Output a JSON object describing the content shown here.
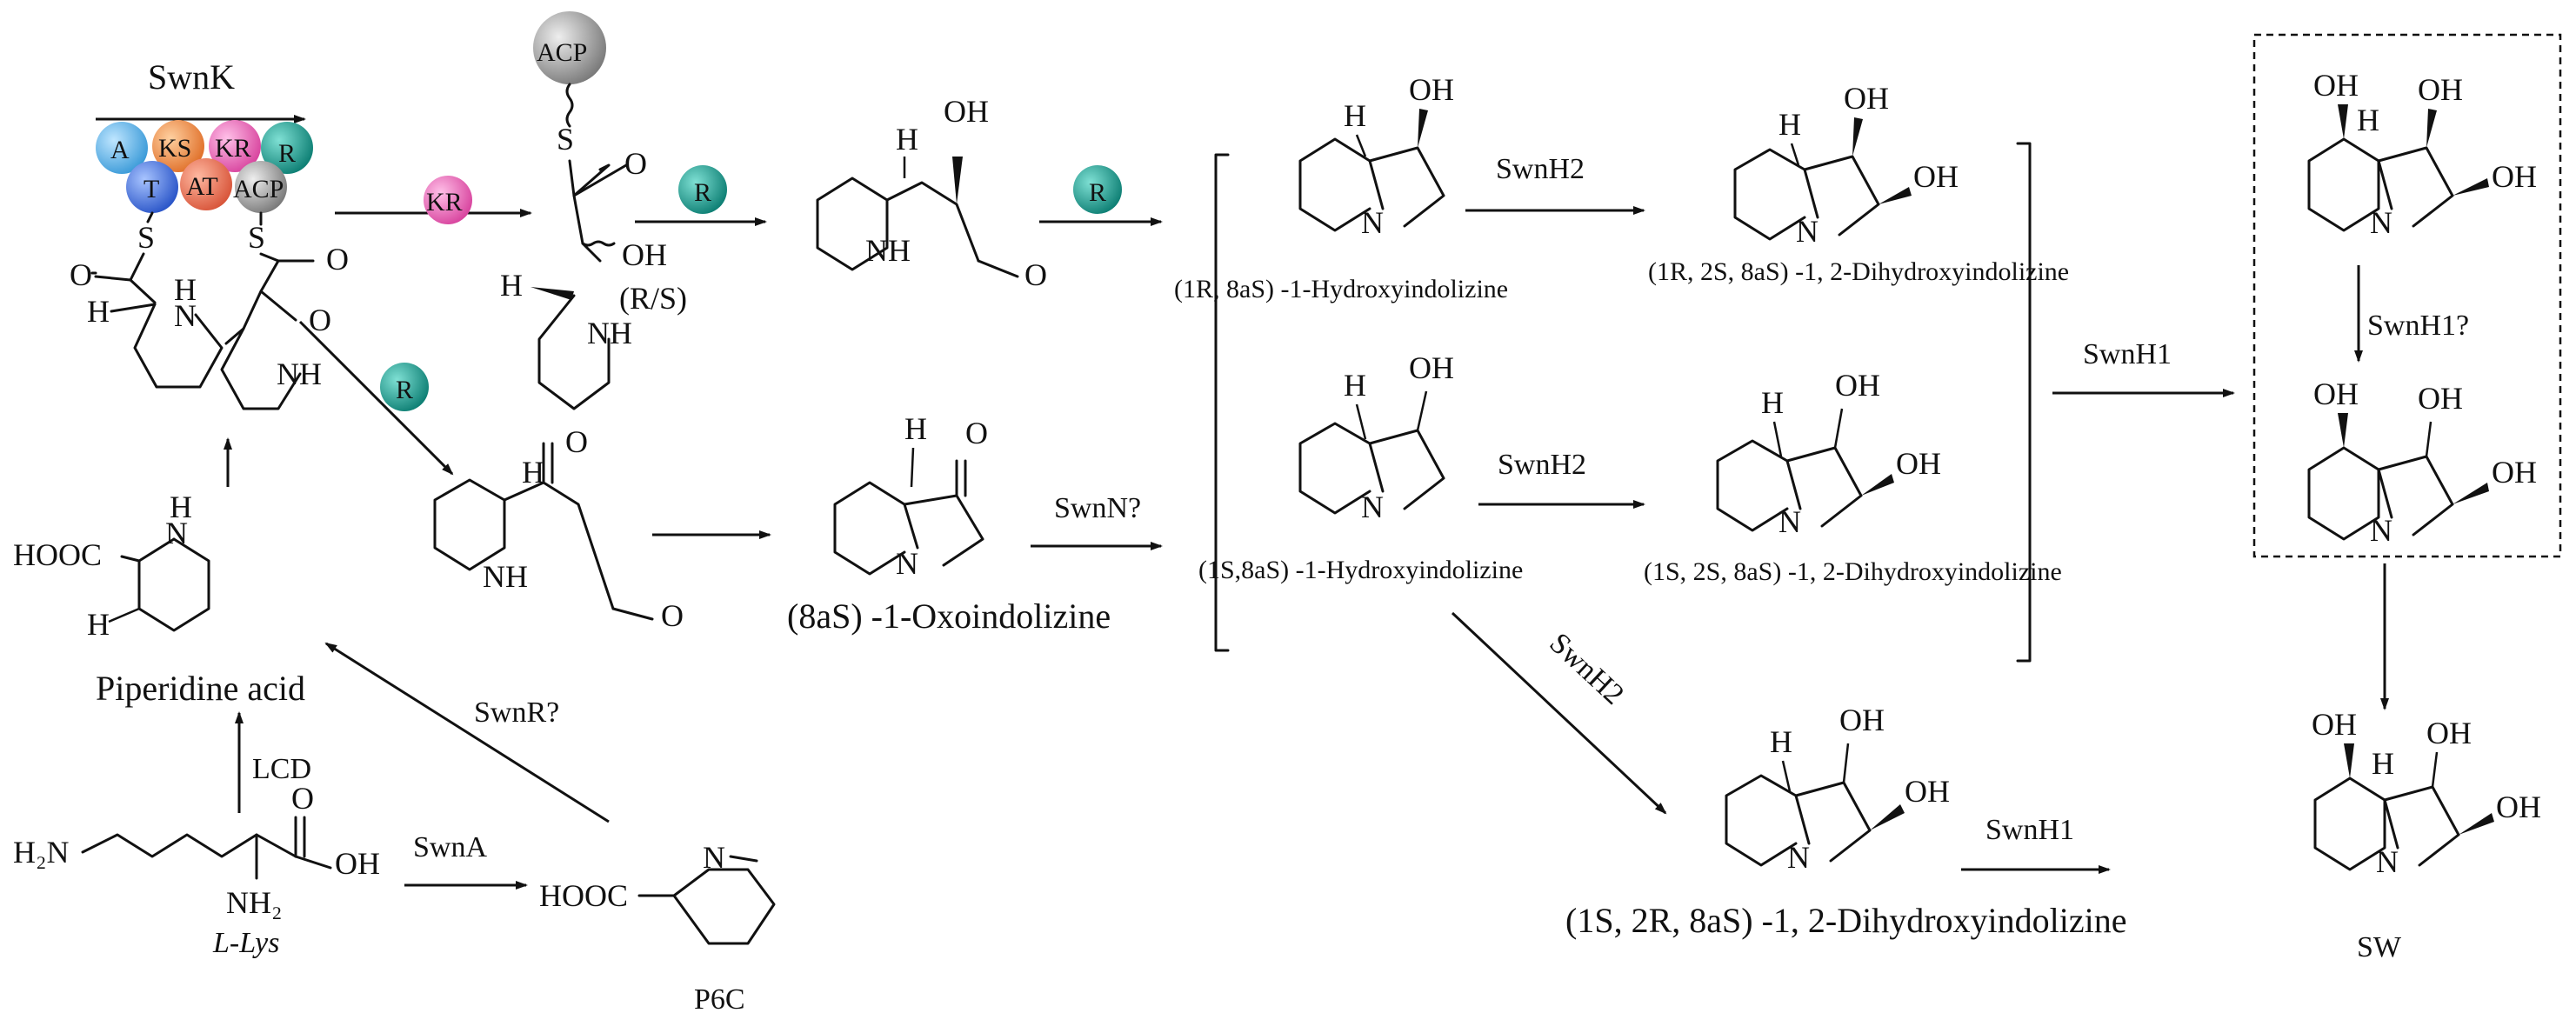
{
  "enzymes": {
    "swnK": "SwnK",
    "kr": "KR",
    "r": "R",
    "swnH2": "SwnH2",
    "swnH1": "SwnH1",
    "swnH1q": "SwnH1?",
    "swnN": "SwnN?",
    "swnR": "SwnR?",
    "swnA": "SwnA",
    "lcd": "LCD"
  },
  "domains": [
    "A",
    "KS",
    "KR",
    "R",
    "T",
    "AT",
    "ACP"
  ],
  "domain_colors": {
    "A": "#5ab4e6",
    "KS": "#e8833a",
    "KR": "#e85ab4",
    "R": "#1a9a8c",
    "T": "#3a6fd8",
    "AT": "#e86a4a",
    "ACP": "#a8a8a8",
    "R_ball": "#138a80",
    "KR_ball": "#ec6fb8"
  },
  "compounds": {
    "c1": "(1R, 8aS) -1-Hydroxyindolizine",
    "c2": "(1R, 2S, 8aS) -1, 2-Dihydroxyindolizine",
    "c3": "(1S,8aS) -1-Hydroxyindolizine",
    "c4": "(1S, 2S, 8aS) -1, 2-Dihydroxyindolizine",
    "c5": "(8aS) -1-Oxoindolizine",
    "c6": "(1S, 2R, 8aS) -1, 2-Dihydroxyindolizine",
    "pip": "Piperidine acid",
    "lys": "L-Lys",
    "p6c": "P6C",
    "sw": "SW",
    "rs": "(R/S)"
  },
  "atoms": {
    "OH": "OH",
    "O": "O",
    "N": "N",
    "NH": "NH",
    "H": "H",
    "S": "S",
    "HOOC": "HOOC",
    "H2N": "H₂N",
    "NH2": "NH₂",
    "ACP": "ACP"
  }
}
